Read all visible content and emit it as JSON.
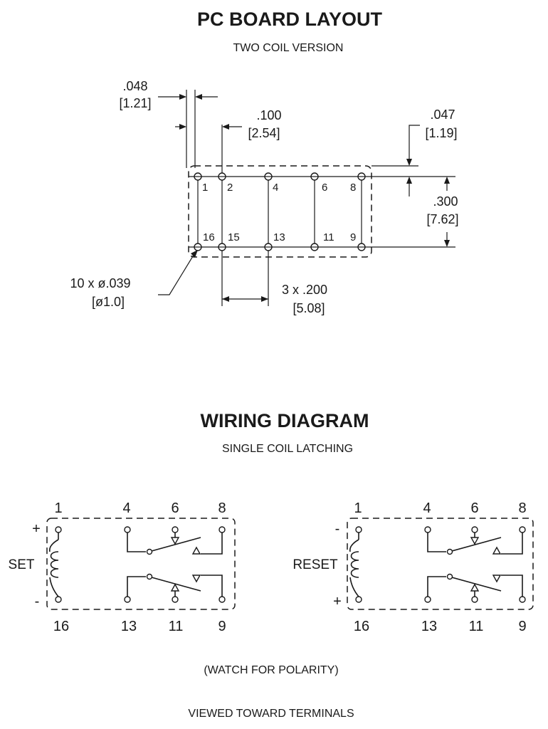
{
  "pcb": {
    "title": "PC BOARD LAYOUT",
    "subtitle": "TWO COIL VERSION",
    "dim_pin_width": ".048",
    "dim_pin_width_mm": "[1.21]",
    "dim_pitch_first": ".100",
    "dim_pitch_first_mm": "[2.54]",
    "dim_edge": ".047",
    "dim_edge_mm": "[1.19]",
    "dim_row": ".300",
    "dim_row_mm": "[7.62]",
    "dim_hole": "10 x ø.039",
    "dim_hole_mm": "[ø1.0]",
    "dim_pitch": "3 x .200",
    "dim_pitch_mm": "[5.08]",
    "top_pins": [
      "1",
      "2",
      "4",
      "6",
      "8"
    ],
    "bottom_pins": [
      "16",
      "15",
      "13",
      "11",
      "9"
    ]
  },
  "wiring": {
    "title": "WIRING DIAGRAM",
    "subtitle": "SINGLE COIL LATCHING",
    "left": {
      "label": "SET",
      "top_pins": [
        "1",
        "4",
        "6",
        "8"
      ],
      "bottom_pins": [
        "16",
        "13",
        "11",
        "9"
      ],
      "polarity_top": "+",
      "polarity_bottom": "-"
    },
    "right": {
      "label": "RESET",
      "top_pins": [
        "1",
        "4",
        "6",
        "8"
      ],
      "bottom_pins": [
        "16",
        "13",
        "11",
        "9"
      ],
      "polarity_top": "-",
      "polarity_bottom": "+"
    },
    "note_polarity": "(WATCH FOR POLARITY)",
    "note_view": "VIEWED TOWARD TERMINALS"
  }
}
